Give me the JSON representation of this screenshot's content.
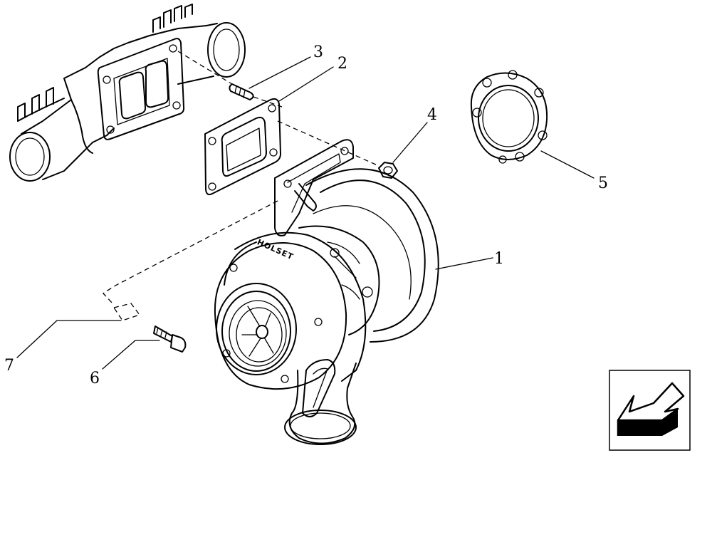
{
  "callouts": {
    "c1": "1",
    "c2": "2",
    "c3": "3",
    "c4": "4",
    "c5": "5",
    "c6": "6",
    "c7": "7"
  },
  "brand_text": "HOLSET",
  "icons": {
    "direction": "front-direction-arrow-icon"
  }
}
